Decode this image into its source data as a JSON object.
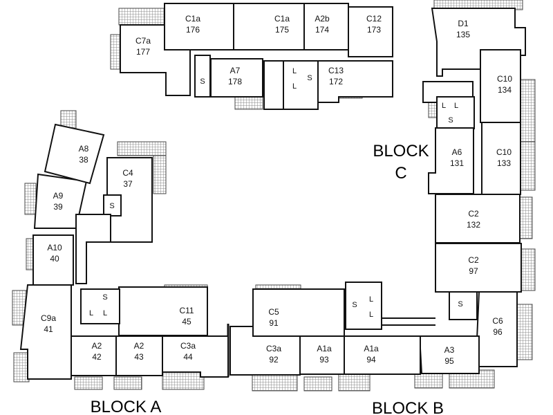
{
  "blocks": {
    "a": "BLOCK A",
    "b": "BLOCK B",
    "c_line1": "BLOCK",
    "c_line2": "C"
  },
  "core": {
    "stair": "S",
    "lift": "L"
  },
  "units": [
    {
      "type": "C1a",
      "num": "176"
    },
    {
      "type": "C1a",
      "num": "175"
    },
    {
      "type": "A2b",
      "num": "174"
    },
    {
      "type": "C12",
      "num": "173"
    },
    {
      "type": "C7a",
      "num": "177"
    },
    {
      "type": "A7",
      "num": "178"
    },
    {
      "type": "C13",
      "num": "172"
    },
    {
      "type": "D1",
      "num": "135"
    },
    {
      "type": "C10",
      "num": "134"
    },
    {
      "type": "A6",
      "num": "131"
    },
    {
      "type": "C10",
      "num": "133"
    },
    {
      "type": "C2",
      "num": "132"
    },
    {
      "type": "C2",
      "num": "97"
    },
    {
      "type": "C6",
      "num": "96"
    },
    {
      "type": "A3",
      "num": "95"
    },
    {
      "type": "A1a",
      "num": "94"
    },
    {
      "type": "A1a",
      "num": "93"
    },
    {
      "type": "C3a",
      "num": "92"
    },
    {
      "type": "C5",
      "num": "91"
    },
    {
      "type": "C3a",
      "num": "44"
    },
    {
      "type": "A2",
      "num": "43"
    },
    {
      "type": "A2",
      "num": "42"
    },
    {
      "type": "C11",
      "num": "45"
    },
    {
      "type": "C9a",
      "num": "41"
    },
    {
      "type": "A10",
      "num": "40"
    },
    {
      "type": "A9",
      "num": "39"
    },
    {
      "type": "A8",
      "num": "38"
    },
    {
      "type": "C4",
      "num": "37"
    }
  ]
}
